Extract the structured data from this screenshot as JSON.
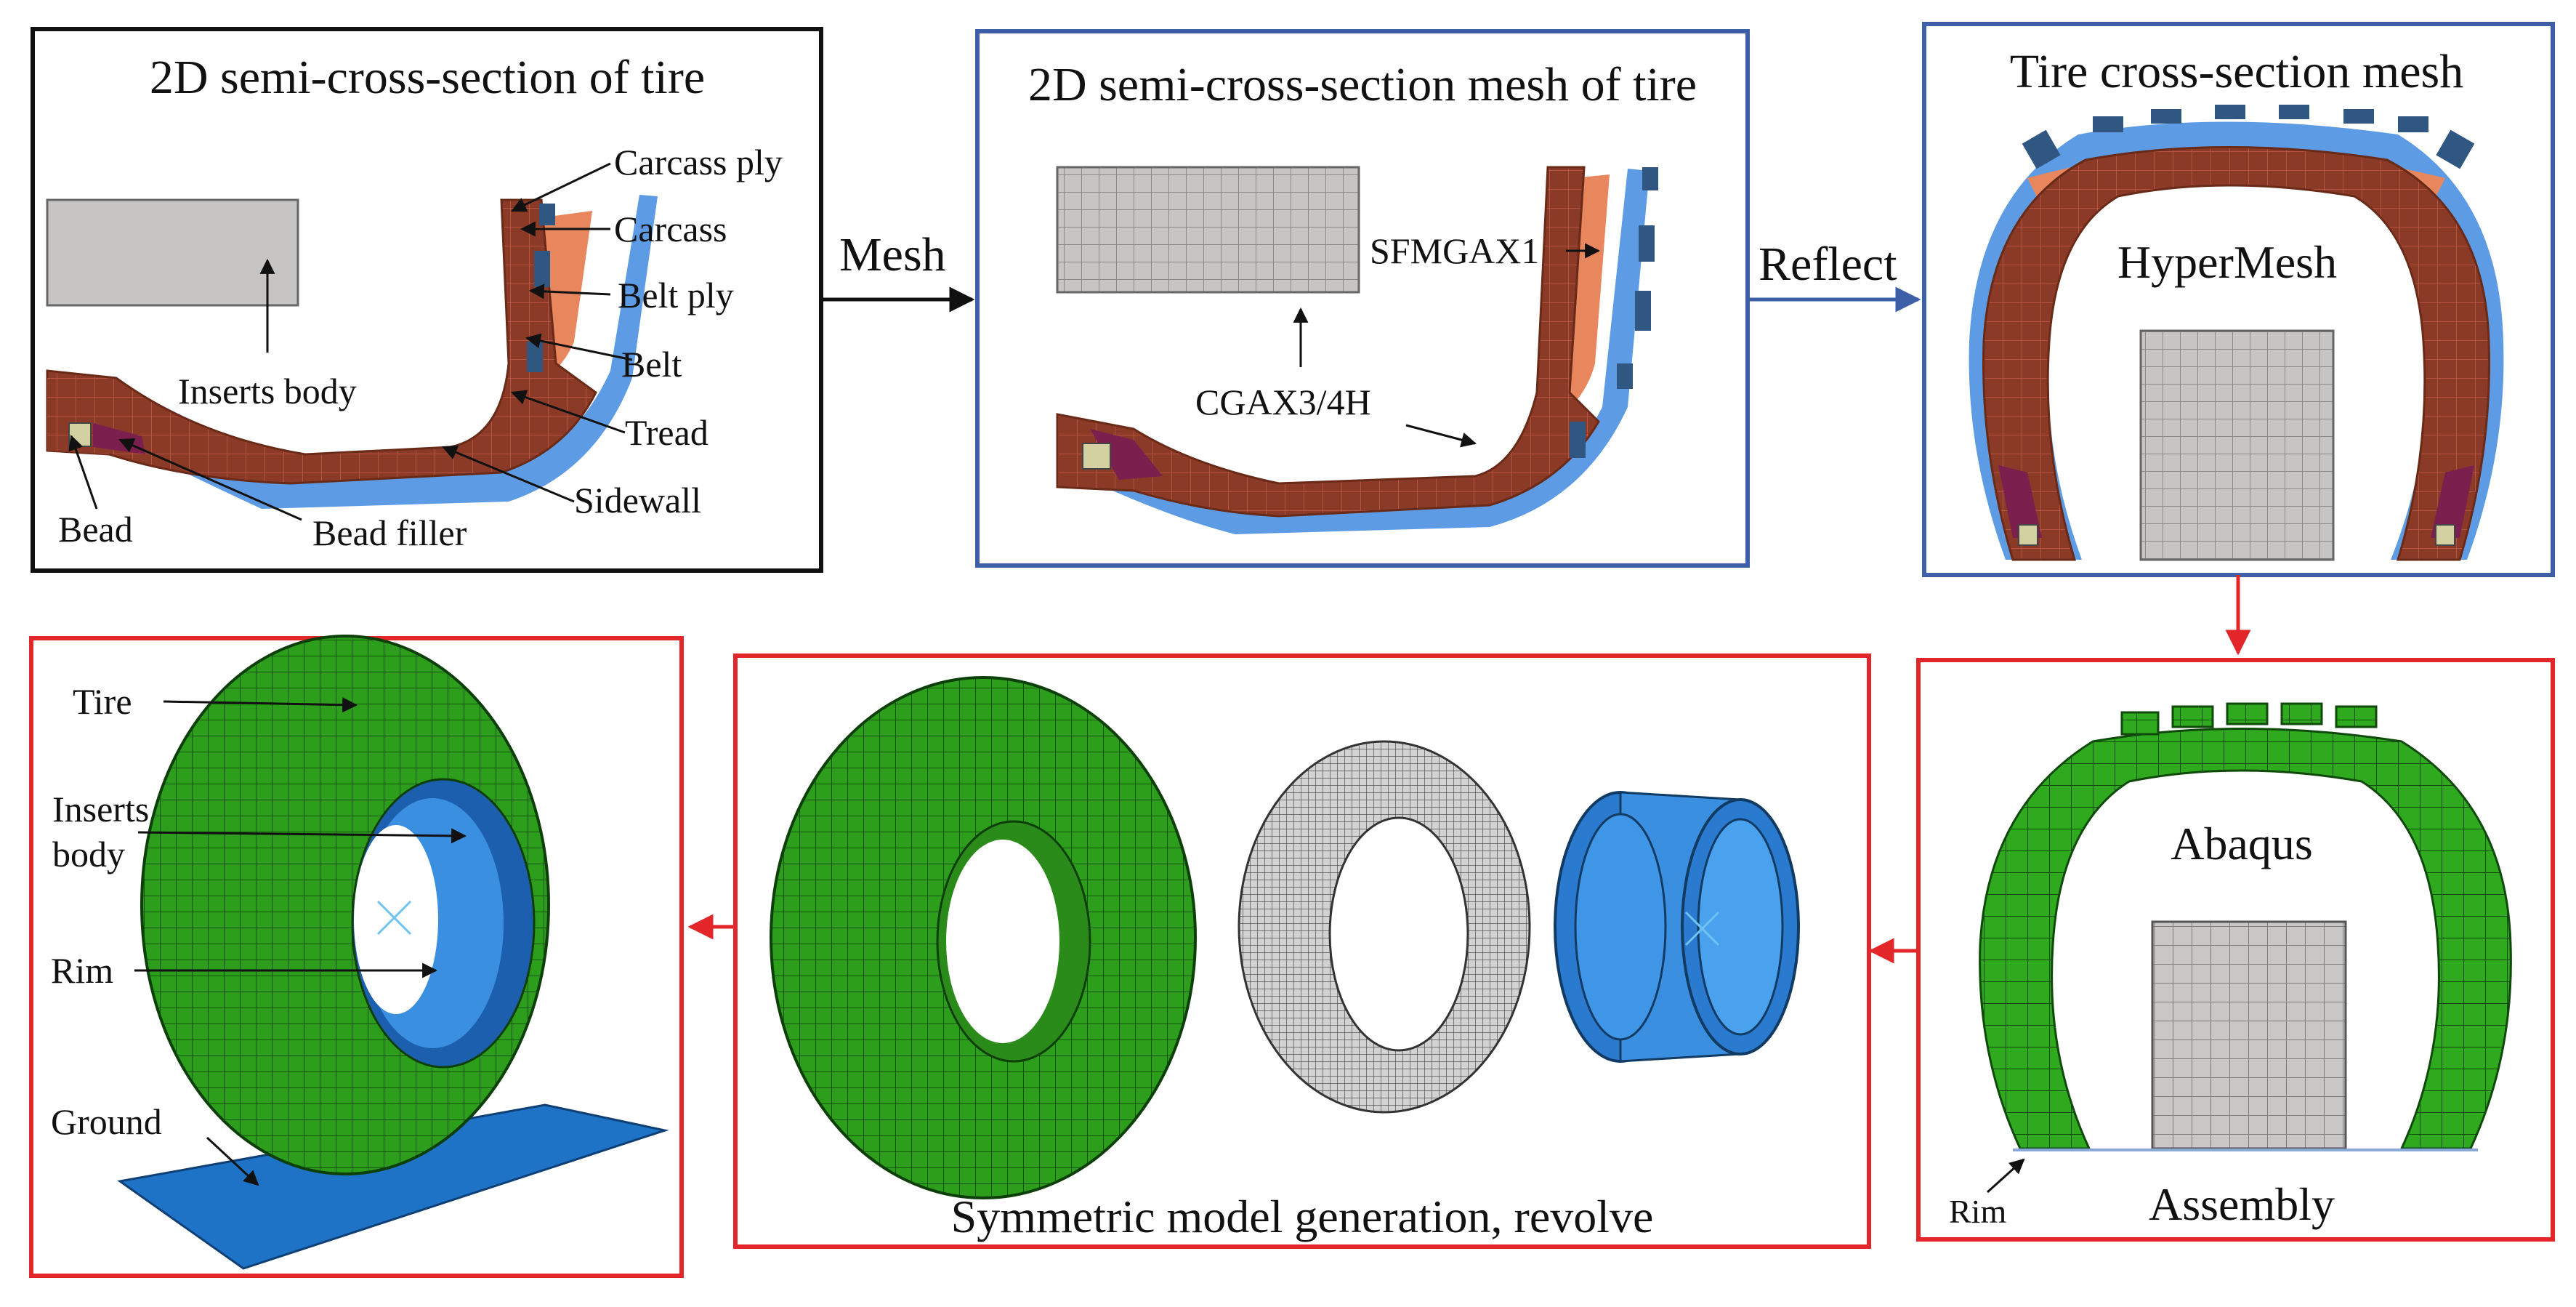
{
  "colors": {
    "black_frame": "#111111",
    "blue_frame": "#3f5ea8",
    "red_frame": "#e3262a",
    "carcass": "#8a3a26",
    "carcass_grid": "#c45a4a",
    "belt": "#e8865e",
    "tread": "#2f5782",
    "sidewall": "#5d9ce4",
    "bead": "#d3d1a2",
    "bead_filler": "#7b1f4f",
    "inserts": "#c7c4c4",
    "abaqus_green": "#2faa1f",
    "rim_blue": "#2f7fd8",
    "ground_blue": "#1e73c6"
  },
  "panel1": {
    "title": "2D semi-cross-section of tire",
    "labels": {
      "carcass_ply": "Carcass ply",
      "carcass": "Carcass",
      "belt_ply": "Belt ply",
      "belt": "Belt",
      "tread": "Tread",
      "sidewall": "Sidewall",
      "inserts_body": "Inserts body",
      "bead": "Bead",
      "bead_filler": "Bead filler"
    }
  },
  "arrow_mesh": "Mesh",
  "panel2": {
    "title": "2D semi-cross-section mesh of tire",
    "sfmgax1": "SFMGAX1",
    "cgax": "CGAX3/4H"
  },
  "arrow_reflect": "Reflect",
  "panel3": {
    "title": "Tire cross-section mesh",
    "software": "HyperMesh"
  },
  "panel4": {
    "software": "Abaqus",
    "rim": "Rim",
    "caption": "Assembly"
  },
  "panel5": {
    "caption": "Symmetric model generation, revolve"
  },
  "panel6": {
    "tire": "Tire",
    "inserts_line1": "Inserts",
    "inserts_line2": "body",
    "rim": "Rim",
    "ground": "Ground"
  }
}
